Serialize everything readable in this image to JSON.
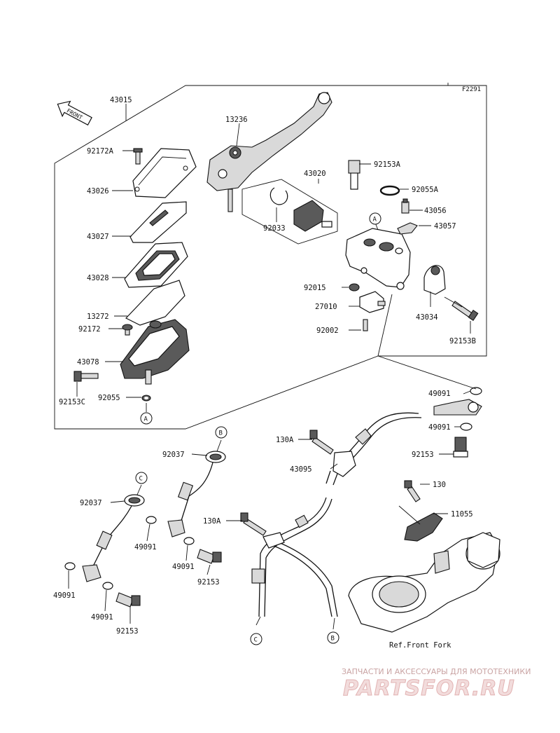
{
  "figure_code": "F2291",
  "front_arrow_label": "FRONT",
  "circle_markers": {
    "a": "A",
    "b": "B",
    "c": "C"
  },
  "ref_label": "Ref.Front Fork",
  "watermark": {
    "subtitle": "ЗАПЧАСТИ И АКСЕССУАРЫ ДЛЯ МОТОТЕХНИКИ",
    "logo": "PARTSFOR.RU"
  },
  "parts": {
    "p43015": "43015",
    "p13236": "13236",
    "p92172A": "92172A",
    "p43026": "43026",
    "p43027": "43027",
    "p43028": "43028",
    "p13272": "13272",
    "p92172": "92172",
    "p43078": "43078",
    "p92153C": "92153C",
    "p92055": "92055",
    "p43020": "43020",
    "p92033": "92033",
    "p92153A": "92153A",
    "p92055A": "92055A",
    "p43056": "43056",
    "p43057": "43057",
    "p92015": "92015",
    "p27010": "27010",
    "p92002": "92002",
    "p43034": "43034",
    "p92153B": "92153B",
    "p49091_a": "49091",
    "p49091_b": "49091",
    "p92153_a": "92153",
    "p130A_a": "130A",
    "p43095": "43095",
    "p130": "130",
    "p11055": "11055",
    "p130A_b": "130A",
    "p92037_a": "92037",
    "p92037_b": "92037",
    "p49091_c": "49091",
    "p49091_d": "49091",
    "p92153_b": "92153",
    "p49091_e": "49091",
    "p49091_f": "49091",
    "p92153_c": "92153"
  },
  "colors": {
    "line": "#111111",
    "watermark_text": "#c9a3a3",
    "watermark_logo": "#e2b3b3"
  }
}
